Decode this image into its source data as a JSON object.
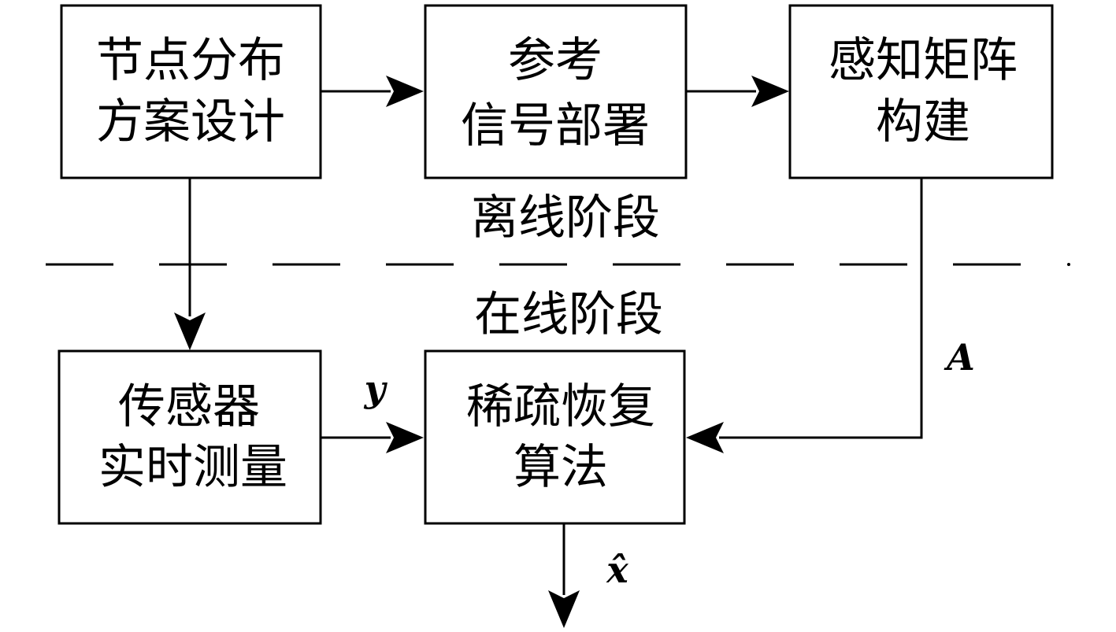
{
  "boxes": {
    "node_design": {
      "line1": "节点分布",
      "line2": "方案设计"
    },
    "reference_signal": {
      "line1": "参考",
      "line2": "信号部署"
    },
    "sensing_matrix": {
      "line1": "感知矩阵",
      "line2": "构建"
    },
    "sensor_measure": {
      "line1": "传感器",
      "line2": "实时测量"
    },
    "sparse_recovery": {
      "line1": "稀疏恢复",
      "line2": "算法"
    }
  },
  "stages": {
    "offline": "离线阶段",
    "online": "在线阶段"
  },
  "symbols": {
    "y": "y",
    "A": "A",
    "x_hat": "x̂"
  }
}
